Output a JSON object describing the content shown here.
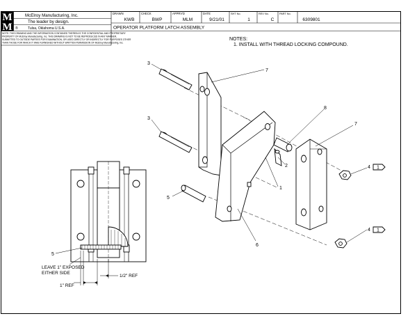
{
  "title_block": {
    "logo_top": "M",
    "logo_bottom": "M",
    "company": "McElroy Manufacturing, Inc.",
    "tagline": "The leader by design.",
    "location": "Tulsa, Oklahoma U.S.A.",
    "drawn_label": "DRAWN",
    "drawn_value": "KWB",
    "check_label": "CHECK",
    "check_value": "BWP",
    "apprvd_label": "APPRV'D",
    "apprvd_value": "MLM",
    "date_label": "DATE",
    "date_value": "9/21/01",
    "sht_label": "SHT No.",
    "sht_value": "1",
    "rev_label": "REV No.",
    "rev_value": "C",
    "part_label": "PART No.",
    "part_value": "6309801",
    "drawing_title": "OPERATOR PLATFORM LATCH ASSEMBLY",
    "disclaimer": [
      "NOTE: THIS DRAWING AND THE INFORMATION CONTAINED THEREIN IS THE CONFIDENTIAL AND PROPRIETARY",
      "PROPERTY OF McElroy Manufacturing, Inc. THIS DRAWING IS NOT TO BE REPRODUCED IN ANY MANNER,",
      "SUBMITTED TO OUTSIDE PARTIES FOR EXAMINATION, OR USED DIRECTLY OR INDIRECTLY FOR PURPOSES OTHER",
      "THAN THOSE FOR WHICH IT WAS FURNISHED WITHOUT WRITTEN PERMISSION OF McElroy Manufacturing, Inc."
    ]
  },
  "notes": {
    "heading": "NOTES:",
    "items": [
      "1. INSTALL WITH THREAD LOCKING COMPOUND."
    ]
  },
  "callouts": {
    "c3a": "3",
    "c3b": "3",
    "c7a": "7",
    "c7b": "7",
    "c8": "8",
    "c2": "2",
    "c1": "1",
    "c5a": "5",
    "c6": "6",
    "c4a": "4",
    "c4b": "4",
    "flag1": "1",
    "flag2": "1",
    "c5b": "5"
  },
  "dimensions": {
    "exposed_1": "LEAVE 1\" EXPOSED",
    "exposed_2": "EITHER SIDE",
    "half_ref": "1/2\" REF",
    "one_ref": "1\" REF"
  }
}
